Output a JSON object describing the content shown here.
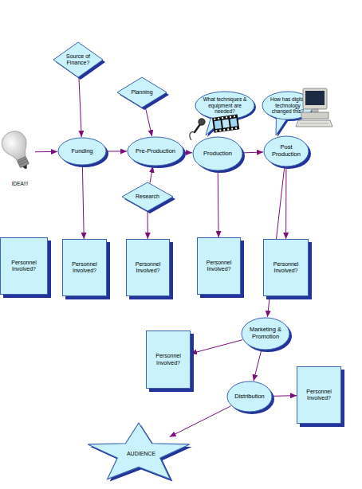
{
  "diagram": {
    "nodes": [
      {
        "text": [
          "Source of Finance?"
        ]
      },
      {
        "text": [
          "Planning"
        ]
      },
      {
        "text": [
          "What techniques & equipment are needed?"
        ]
      },
      {
        "text": [
          "How has digital technology changed this?"
        ]
      },
      {
        "text": [
          "IDEA!!!"
        ]
      },
      {
        "text": [
          "Funding"
        ]
      },
      {
        "text": [
          "Pre-Production"
        ]
      },
      {
        "text": [
          "Production"
        ]
      },
      {
        "text": [
          "Post Production"
        ]
      },
      {
        "text": [
          "Research"
        ]
      },
      {
        "text": [
          "Personnel Involved?"
        ]
      },
      {
        "text": [
          "Personnel Involved?"
        ]
      },
      {
        "text": [
          "Personnel Involved?"
        ]
      },
      {
        "text": [
          "Personnel Involved?"
        ]
      },
      {
        "text": [
          "Personnel Involved?"
        ]
      },
      {
        "text": [
          "Marketing & Promotion"
        ]
      },
      {
        "text": [
          "Personnel Involved?"
        ]
      },
      {
        "text": [
          "Distribution"
        ]
      },
      {
        "text": [
          "Personnel Involved?"
        ]
      },
      {
        "text": [
          "AUDIENCE"
        ]
      }
    ],
    "edges": [
      {
        "from": 4,
        "to": 5,
        "arrow": "to"
      },
      {
        "from": 0,
        "to": 5,
        "arrow": "to"
      },
      {
        "from": 1,
        "to": 6,
        "arrow": "to"
      },
      {
        "from": 9,
        "to": 6,
        "arrow": "to"
      },
      {
        "from": 5,
        "to": 6,
        "arrow": "to"
      },
      {
        "from": 6,
        "to": 7,
        "arrow": "to"
      },
      {
        "from": 7,
        "to": 8,
        "arrow": "to"
      },
      {
        "from": 5,
        "to": 11,
        "arrow": "to"
      },
      {
        "from": 9,
        "to": 12,
        "arrow": "to"
      },
      {
        "from": 7,
        "to": 13,
        "arrow": "to"
      },
      {
        "from": 8,
        "to": 14,
        "arrow": "to"
      },
      {
        "from": 8,
        "to": 15,
        "arrow": "to"
      },
      {
        "from": 15,
        "to": 16,
        "arrow": "to"
      },
      {
        "from": 15,
        "to": 17,
        "arrow": "to"
      },
      {
        "from": 17,
        "to": 18,
        "arrow": "to"
      },
      {
        "from": 17,
        "to": 19,
        "arrow": "to"
      }
    ]
  }
}
